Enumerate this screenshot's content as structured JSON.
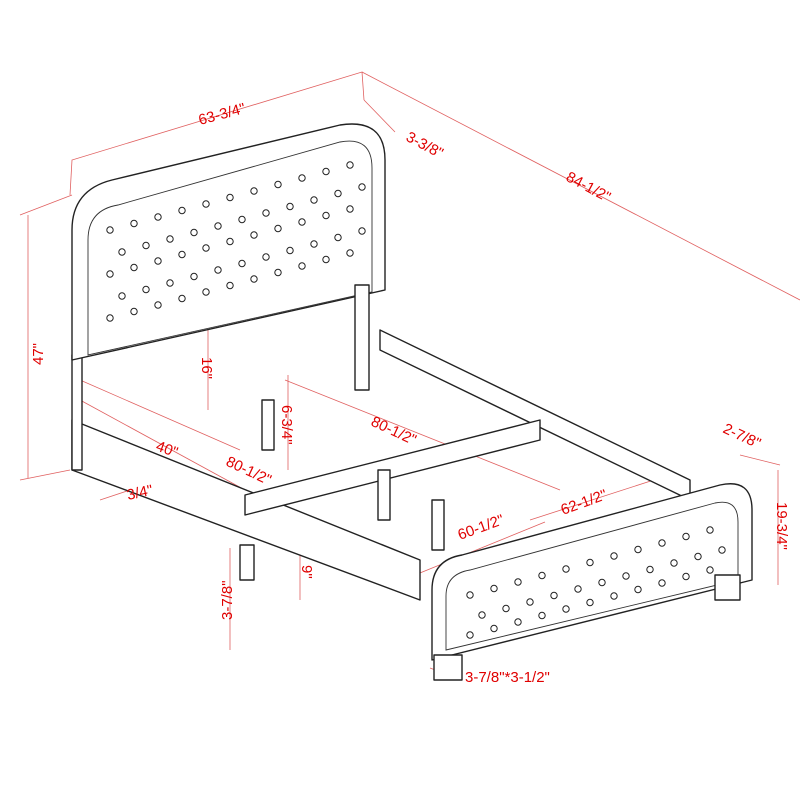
{
  "colors": {
    "dimension": "#e00000",
    "outline": "#222222"
  },
  "dimensions": {
    "overall_width": "63-3/4\"",
    "headboard_depth": "3-3/8\"",
    "overall_length": "84-1/2\"",
    "overall_height": "47\"",
    "headboard_clearance": "16\"",
    "leg_height": "6-3/4\"",
    "inner_length_top": "80-1/2\"",
    "center_rail": "40\"",
    "inner_length_bottom": "80-1/2\"",
    "rail_thickness": "3/4\"",
    "footboard_depth": "2-7/8\"",
    "footboard_height": "19-3/4\"",
    "outer_width": "62-1/2\"",
    "inner_width": "60-1/2\"",
    "rail_height": "9\"",
    "side_leg": "3-7/8\"",
    "foot_leg": "3-7/8\"*3-1/2\""
  }
}
